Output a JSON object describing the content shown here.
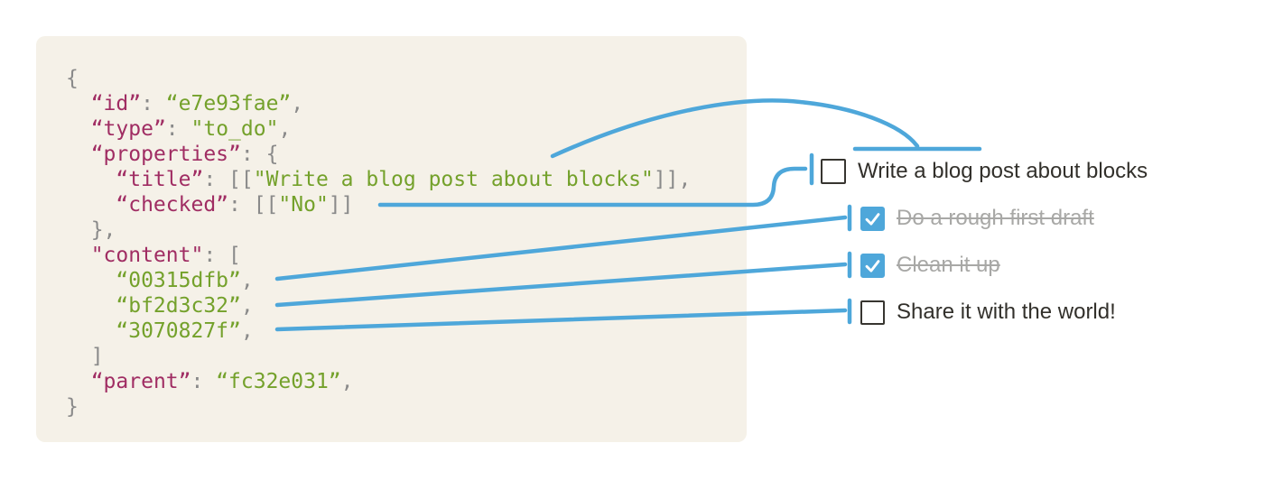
{
  "colors": {
    "accent_blue": "#4ea7da",
    "code_panel_background": "#f5f1e8",
    "code_key": "#a02d63",
    "code_value": "#74a12b",
    "code_punctuation": "#8a8a8a",
    "todo_text": "#32302b",
    "todo_done_text": "#a8a8a6",
    "checkbox_border": "#373530"
  },
  "code_panel": {
    "lines": [
      [
        {
          "t": "{",
          "c": "p"
        }
      ],
      [
        {
          "t": "  ",
          "c": "p"
        },
        {
          "t": "“id”",
          "c": "k"
        },
        {
          "t": ": ",
          "c": "p"
        },
        {
          "t": "“e7e93fae”",
          "c": "v"
        },
        {
          "t": ",",
          "c": "p"
        }
      ],
      [
        {
          "t": "  ",
          "c": "p"
        },
        {
          "t": "“type”",
          "c": "k"
        },
        {
          "t": ": ",
          "c": "p"
        },
        {
          "t": "\"to_do\"",
          "c": "v"
        },
        {
          "t": ",",
          "c": "p"
        }
      ],
      [
        {
          "t": "  ",
          "c": "p"
        },
        {
          "t": "“properties”",
          "c": "k"
        },
        {
          "t": ": {",
          "c": "p"
        }
      ],
      [
        {
          "t": "    ",
          "c": "p"
        },
        {
          "t": "“title”",
          "c": "k"
        },
        {
          "t": ": [[",
          "c": "p"
        },
        {
          "t": "\"Write a blog post about blocks\"",
          "c": "v"
        },
        {
          "t": "]],",
          "c": "p"
        }
      ],
      [
        {
          "t": "    ",
          "c": "p"
        },
        {
          "t": "“checked”",
          "c": "k"
        },
        {
          "t": ": [[",
          "c": "p"
        },
        {
          "t": "\"No\"",
          "c": "v"
        },
        {
          "t": "]]",
          "c": "p"
        }
      ],
      [
        {
          "t": "  },",
          "c": "p"
        }
      ],
      [
        {
          "t": "  ",
          "c": "p"
        },
        {
          "t": "\"content\"",
          "c": "k"
        },
        {
          "t": ": [",
          "c": "p"
        }
      ],
      [
        {
          "t": "    ",
          "c": "p"
        },
        {
          "t": "“00315dfb”",
          "c": "v"
        },
        {
          "t": ",",
          "c": "p"
        }
      ],
      [
        {
          "t": "    ",
          "c": "p"
        },
        {
          "t": "“bf2d3c32”",
          "c": "v"
        },
        {
          "t": ",",
          "c": "p"
        }
      ],
      [
        {
          "t": "    ",
          "c": "p"
        },
        {
          "t": "“3070827f”",
          "c": "v"
        },
        {
          "t": ",",
          "c": "p"
        }
      ],
      [
        {
          "t": "  ]",
          "c": "p"
        }
      ],
      [
        {
          "t": "  ",
          "c": "p"
        },
        {
          "t": "“parent”",
          "c": "k"
        },
        {
          "t": ": ",
          "c": "p"
        },
        {
          "t": "“fc32e031”",
          "c": "v"
        },
        {
          "t": ",",
          "c": "p"
        }
      ],
      [
        {
          "t": "}",
          "c": "p"
        }
      ]
    ]
  },
  "todo_list": {
    "items": [
      {
        "label": "Write a blog post about blocks",
        "checked": false
      },
      {
        "label": "Do a rough first draft",
        "checked": true
      },
      {
        "label": "Clean it up",
        "checked": true
      },
      {
        "label": "Share it with the world!",
        "checked": false
      }
    ]
  },
  "connections": [
    {
      "from": "title value \"Write a blog post about blocks\"",
      "to": "Write a blog post about blocks"
    },
    {
      "from": "checked value [[\"No\"]]",
      "to": "Write a blog post about blocks"
    },
    {
      "from": "content id “00315dfb”",
      "to": "Do a rough first draft"
    },
    {
      "from": "content id “bf2d3c32”",
      "to": "Clean it up"
    },
    {
      "from": "content id “3070827f”",
      "to": "Share it with the world!"
    }
  ]
}
